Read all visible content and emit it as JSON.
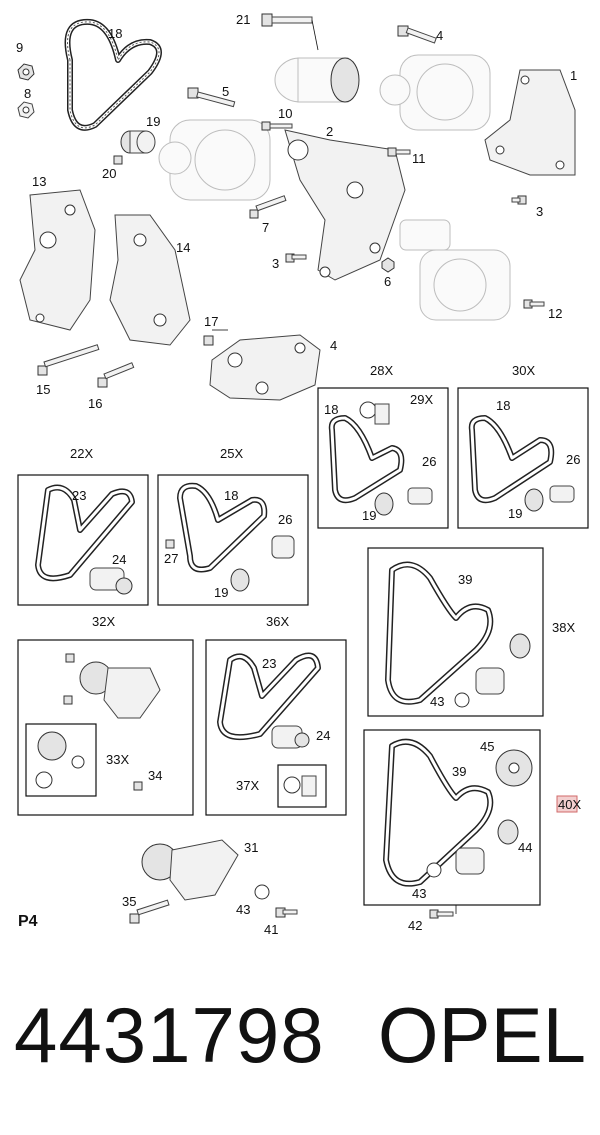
{
  "page_code": "P4",
  "part_number": "4431798",
  "brand": "OPEL",
  "highlight_color": "#e8a0a0",
  "callouts": [
    "1",
    "2",
    "3",
    "3",
    "4",
    "4",
    "5",
    "6",
    "7",
    "8",
    "9",
    "10",
    "11",
    "12",
    "13",
    "14",
    "15",
    "16",
    "17",
    "18",
    "19",
    "20",
    "21"
  ],
  "groups": [
    {
      "id": "22X",
      "parts": [
        "23",
        "24"
      ]
    },
    {
      "id": "25X",
      "parts": [
        "18",
        "26",
        "27",
        "19"
      ]
    },
    {
      "id": "28X",
      "parts": [
        "18",
        "29X",
        "26",
        "19"
      ]
    },
    {
      "id": "30X",
      "parts": [
        "18",
        "26",
        "19"
      ]
    },
    {
      "id": "32X",
      "parts": [
        "33X",
        "34"
      ]
    },
    {
      "id": "36X",
      "parts": [
        "23",
        "24",
        "37X"
      ]
    },
    {
      "id": "38X",
      "parts": [
        "39",
        "43"
      ]
    },
    {
      "id": "40X",
      "parts": [
        "45",
        "39",
        "44",
        "43",
        "42"
      ],
      "highlighted": true
    }
  ],
  "loose_callouts": [
    "31",
    "35",
    "43",
    "41"
  ]
}
